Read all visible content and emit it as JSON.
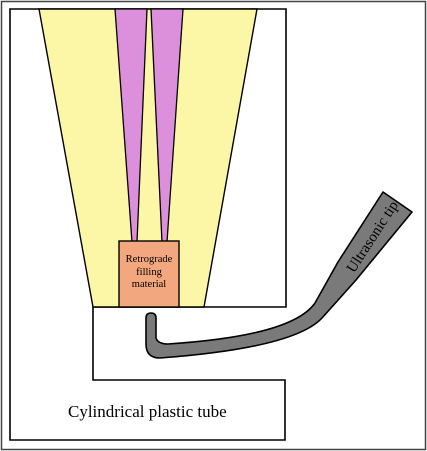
{
  "labels": {
    "filling": "Retrograde filling material",
    "tube": "Cylindrical plastic tube",
    "tip": "Ultrasonic tip"
  },
  "colors": {
    "root_outer": "#fbf7a6",
    "canal": "#dc8fdb",
    "filling": "#f2a77e",
    "tip": "#7a7a7a",
    "outline": "#000000",
    "frame": "#444444",
    "background": "#ffffff"
  }
}
